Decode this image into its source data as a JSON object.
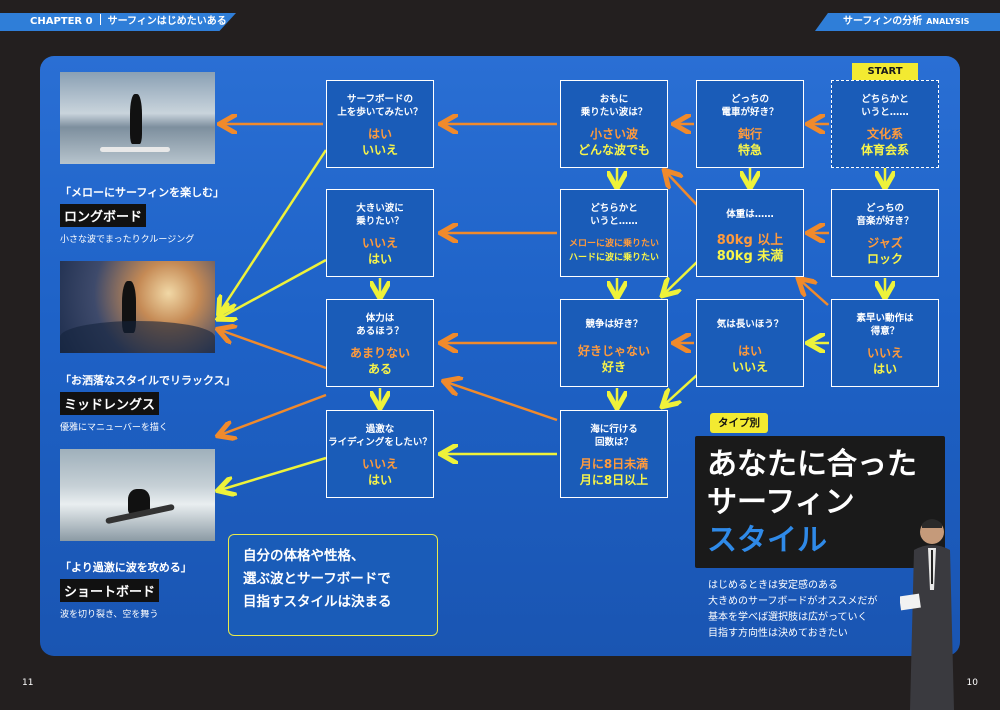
{
  "header": {
    "left_en": "CHAPTER 0",
    "left_jp": "サーフィンはじめたいあるある",
    "right_jp": "サーフィンの分析",
    "right_en": "ANALYSIS"
  },
  "page_numbers": {
    "left": "11",
    "right": "10"
  },
  "styles": [
    {
      "quote": "「メローにサーフィンを楽しむ」",
      "name": "ロングボード",
      "desc": "小さな波でまったりクルージング"
    },
    {
      "quote": "「お洒落なスタイルでリラックス」",
      "name": "ミッドレングス",
      "desc": "優雅にマニューバーを描く"
    },
    {
      "quote": "「より過激に波を攻める」",
      "name": "ショートボード",
      "desc": "波を切り裂き、空を舞う"
    }
  ],
  "start_label": "START",
  "questions": {
    "q1": {
      "q": [
        "どちらかと",
        "いうと……"
      ],
      "a1": "文化系",
      "a2": "体育会系"
    },
    "q2": {
      "q": [
        "どっちの",
        "電車が好き？"
      ],
      "a1": "鈍行",
      "a2": "特急"
    },
    "q3": {
      "q": [
        "おもに",
        "乗りたい波は？"
      ],
      "a1": "小さい波",
      "a2": "どんな波でも"
    },
    "q4": {
      "q": [
        "サーフボードの",
        "上を歩いてみたい？"
      ],
      "a1": "はい",
      "a2": "いいえ"
    },
    "q5": {
      "q": [
        "どっちの",
        "音楽が好き？"
      ],
      "a1": "ジャズ",
      "a2": "ロック"
    },
    "q6": {
      "q": [
        "体重は……"
      ],
      "a1": "80kg 以上",
      "a2": "80kg 未満"
    },
    "q7": {
      "q": [
        "どちらかと",
        "いうと……"
      ],
      "a1": "メローに波に乗りたい",
      "a2": "ハードに波に乗りたい"
    },
    "q8": {
      "q": [
        "大きい波に",
        "乗りたい？"
      ],
      "a1": "いいえ",
      "a2": "はい"
    },
    "q9": {
      "q": [
        "素早い動作は",
        "得意？"
      ],
      "a1": "いいえ",
      "a2": "はい"
    },
    "q10": {
      "q": [
        "気は長いほう？"
      ],
      "a1": "はい",
      "a2": "いいえ"
    },
    "q11": {
      "q": [
        "競争は好き？"
      ],
      "a1": "好きじゃない",
      "a2": "好き"
    },
    "q12": {
      "q": [
        "体力は",
        "あるほう？"
      ],
      "a1": "あまりない",
      "a2": "ある"
    },
    "q13": {
      "q": [
        "海に行ける",
        "回数は？"
      ],
      "a1": "月に8日未満",
      "a2": "月に8日以上"
    },
    "q14": {
      "q": [
        "過激な",
        "ライディングをしたい？"
      ],
      "a1": "いいえ",
      "a2": "はい"
    }
  },
  "note": [
    "自分の体格や性格、",
    "選ぶ波とサーフボードで",
    "目指すスタイルは決まる"
  ],
  "title": {
    "tag": "タイプ別",
    "line1": "あなたに合った",
    "line2": "サーフィン",
    "line3": "スタイル"
  },
  "body": [
    "はじめるときは安定感のある",
    "大きめのサーフボードがオススメだが",
    "基本を学べば選択肢は広がっていく",
    "目指す方向性は決めておきたい"
  ],
  "colors": {
    "panel": "#1e62c7",
    "answer_orange": "#ff9a3c",
    "answer_yellow": "#f7f44a",
    "arrow_orange": "#f08a2c",
    "arrow_yellow": "#eef23a",
    "accent": "#2f7ed8"
  }
}
